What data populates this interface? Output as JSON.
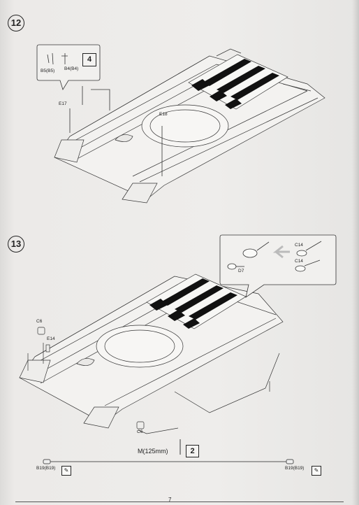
{
  "steps": [
    {
      "number": "12",
      "parts": {
        "b5": "B5(B5)",
        "b4": "B4(B4)",
        "e17": "E17",
        "e18": "E18"
      },
      "quantity": "4"
    },
    {
      "number": "13",
      "parts": {
        "c6_top": "C6",
        "e14": "E14",
        "d7": "D7",
        "c14_a": "C14",
        "c14_b": "C14",
        "c6_bottom": "C6",
        "b19_left": "B19(B19)",
        "b19_right": "B19(B19)"
      },
      "wire_label": "M(125mm)",
      "quantity": "2"
    }
  ],
  "page_number": "7",
  "icons": {
    "tool": "pencil-icon",
    "arrow": "arrow-left-icon"
  }
}
